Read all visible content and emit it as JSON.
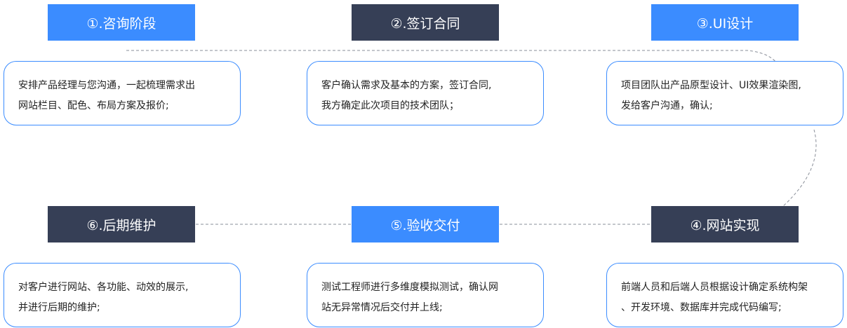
{
  "stages": [
    {
      "title": "①.咨询阶段",
      "desc": "安排产品经理与您沟通，一起梳理需求出\n网站栏目、配色、布局方案及报价;"
    },
    {
      "title": "②.签订合同",
      "desc": "客户确认需求及基本的方案，签订合同,\n我方确定此次项目的技术团队；"
    },
    {
      "title": "③.UI设计",
      "desc": "项目团队出产品原型设计、UI效果渲染图,\n发给客户沟通，确认;"
    },
    {
      "title": "④.网站实现",
      "desc": "前端人员和后端人员根据设计确定系统构架\n、开发环境、数据库并完成代码编写;"
    },
    {
      "title": "⑤.验收交付",
      "desc": "测试工程师进行多维度模拟测试，确认网\n站无异常情况后交付并上线;"
    },
    {
      "title": "⑥.后期维护",
      "desc": "对客户进行网站、各功能、动效的展示,\n并进行后期的维护;"
    }
  ],
  "colors": {
    "blue": "#3b8cff",
    "dark": "#363f56",
    "connector": "#8a8f99",
    "desc_border": "#3b8cff"
  }
}
